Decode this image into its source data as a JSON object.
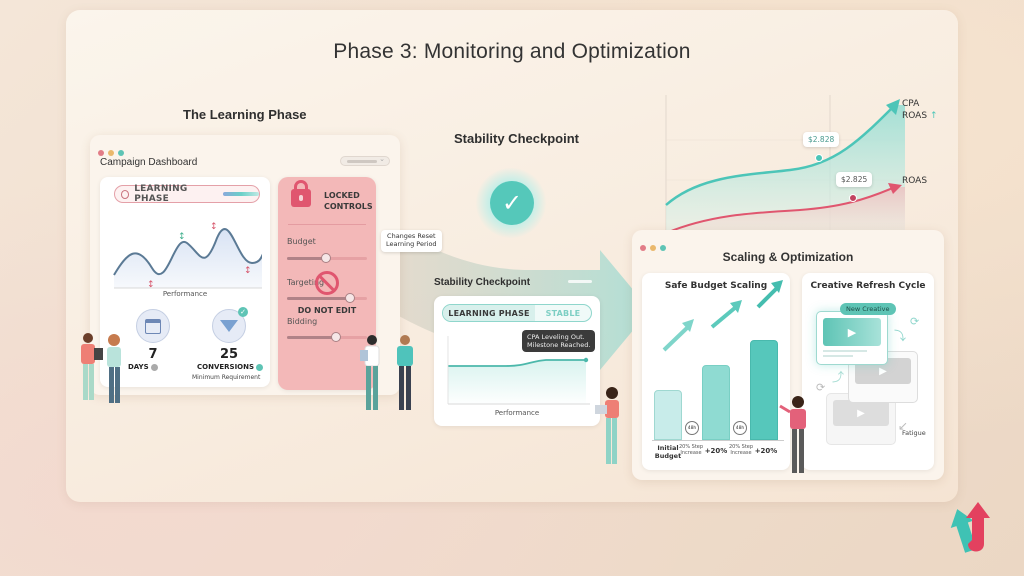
{
  "title": "Phase 3: Monitoring and Optimization",
  "learning_phase": {
    "section_label": "The Learning Phase",
    "window_title": "Campaign Dashboard",
    "phase_pill": "LEARNING PHASE",
    "chart_label": "Performance",
    "days_value": "7",
    "days_label": "DAYS",
    "conversions_value": "25",
    "conversions_label": "CONVERSIONS",
    "conversions_note": "Minimum Requirement",
    "locked": {
      "title_line1": "LOCKED",
      "title_line2": "CONTROLS",
      "sliders": [
        {
          "label": "Budget"
        },
        {
          "label": "Targeting"
        },
        {
          "label": "Bidding"
        }
      ],
      "warning": "DO NOT EDIT",
      "tooltip_line1": "Changes Reset",
      "tooltip_line2": "Learning Period"
    }
  },
  "stability": {
    "section_label": "Stability Checkpoint",
    "card_label": "Stability Checkpoint",
    "toggle_left": "LEARNING PHASE",
    "toggle_right": "STABLE",
    "tooltip_line1": "CPA Leveling Out.",
    "tooltip_line2": "Milestone Reached.",
    "chart_label": "Performance"
  },
  "trend_chart": {
    "cpa_label_line1": "CPA",
    "cpa_label_line2": "ROAS",
    "roas_label": "ROAS",
    "cpa_point_label": "$2.828",
    "roas_point_label": "$2.825"
  },
  "scaling": {
    "window_title": "Scaling & Optimization",
    "budget_card_title": "Safe Budget Scaling",
    "bar_labels": [
      "Initial Budget",
      "+20%",
      "+20%"
    ],
    "step_labels": [
      "20% Step Increase",
      "20% Step Increase"
    ],
    "timer_labels": [
      "48h",
      "48h"
    ],
    "creative_card_title": "Creative Refresh Cycle",
    "new_creative_badge": "New Creative",
    "fatigue_label": "Fatigue"
  },
  "colors": {
    "teal": "#4cc5b8",
    "pink": "#e0566f",
    "lock_pink": "#f3b8b8",
    "text": "#333333"
  }
}
